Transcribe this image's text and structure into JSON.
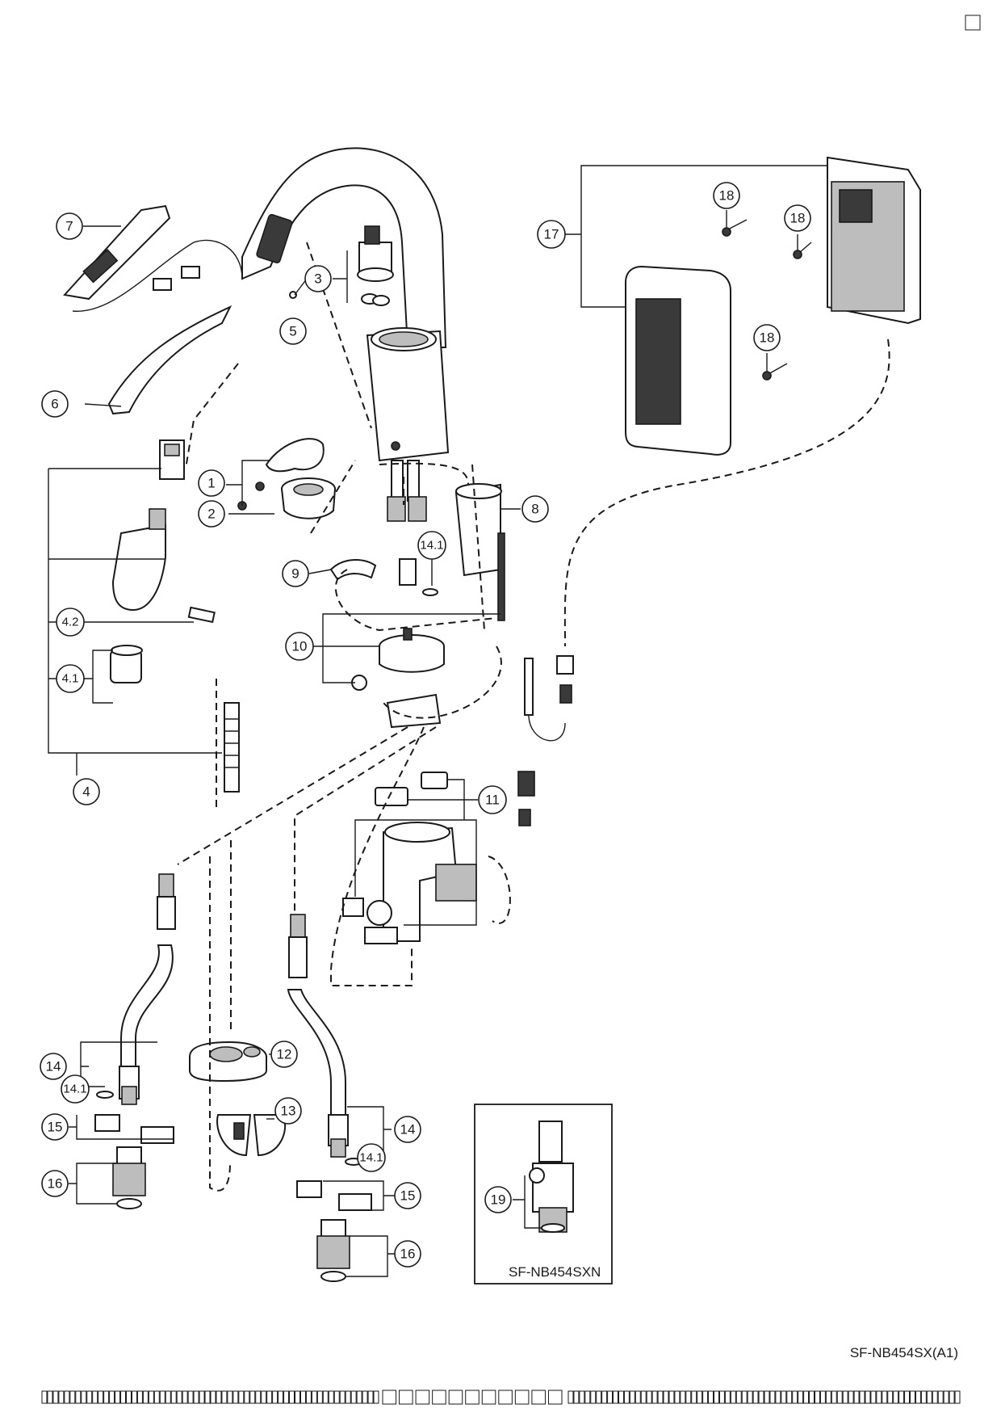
{
  "callouts": [
    "1",
    "2",
    "3",
    "4",
    "4.1",
    "4.2",
    "5",
    "6",
    "7",
    "8",
    "9",
    "10",
    "11",
    "12",
    "13",
    "14",
    "14.1",
    "15",
    "16",
    "17",
    "18",
    "19"
  ],
  "inset_label": "SF-NB454SXN",
  "model_code": "SF-NB454SX(A1)",
  "footer": {
    "segment_a_boxes": 60,
    "segment_b_boxes": 11,
    "segment_c_boxes": 70
  }
}
